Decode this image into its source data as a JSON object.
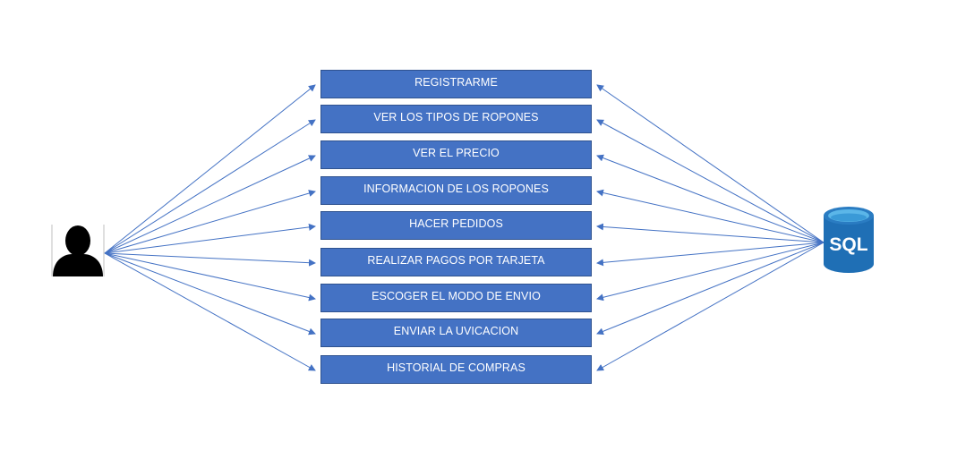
{
  "diagram": {
    "use_cases": [
      "REGISTRARME",
      "VER LOS TIPOS DE ROPONES",
      "VER EL PRECIO",
      "INFORMACION DE LOS ROPONES",
      "HACER PEDIDOS",
      "REALIZAR PAGOS POR TARJETA",
      "ESCOGER EL MODO DE ENVIO",
      "ENVIAR LA UVICACION",
      "HISTORIAL DE COMPRAS"
    ],
    "database_label": "SQL",
    "actor_icon": "user-silhouette-icon",
    "database_icon": "sql-database-icon",
    "colors": {
      "box_fill": "#4472c4",
      "box_border": "#2f528f",
      "box_text": "#ffffff",
      "arrow": "#4472c4",
      "actor": "#000000",
      "db_body": "#1f6fb5",
      "db_top": "#5bb6e8"
    }
  }
}
